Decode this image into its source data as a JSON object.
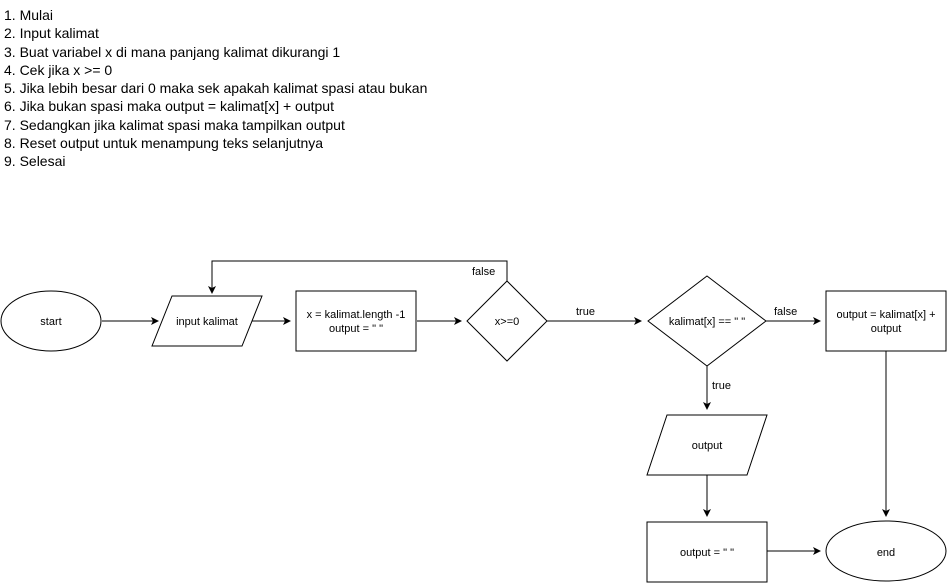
{
  "steps": [
    "1. Mulai",
    "2. Input kalimat",
    "3. Buat variabel x di mana panjang kalimat dikurangi 1",
    "4. Cek jika x >= 0",
    "5. Jika lebih besar dari 0 maka sek apakah kalimat spasi atau bukan",
    "6. Jika bukan spasi maka output = kalimat[x] + output",
    "7. Sedangkan jika kalimat spasi maka tampilkan output",
    "8. Reset output untuk menampung teks selanjutnya",
    "9. Selesai"
  ],
  "nodes": {
    "start": "start",
    "input": "input kalimat",
    "init_line1": "x = kalimat.length -1",
    "init_line2": "output = \" \"",
    "cond_x": "x>=0",
    "cond_space": "kalimat[x] == \" \"",
    "concat_line1": "output = kalimat[x] +",
    "concat_line2": "output",
    "print_output": "output",
    "reset_output": "output = \" \"",
    "end": "end"
  },
  "edge_labels": {
    "loop_false": "false",
    "x_true": "true",
    "space_false": "false",
    "space_true": "true"
  },
  "colors": {
    "stroke": "#000000",
    "fill": "#ffffff"
  }
}
